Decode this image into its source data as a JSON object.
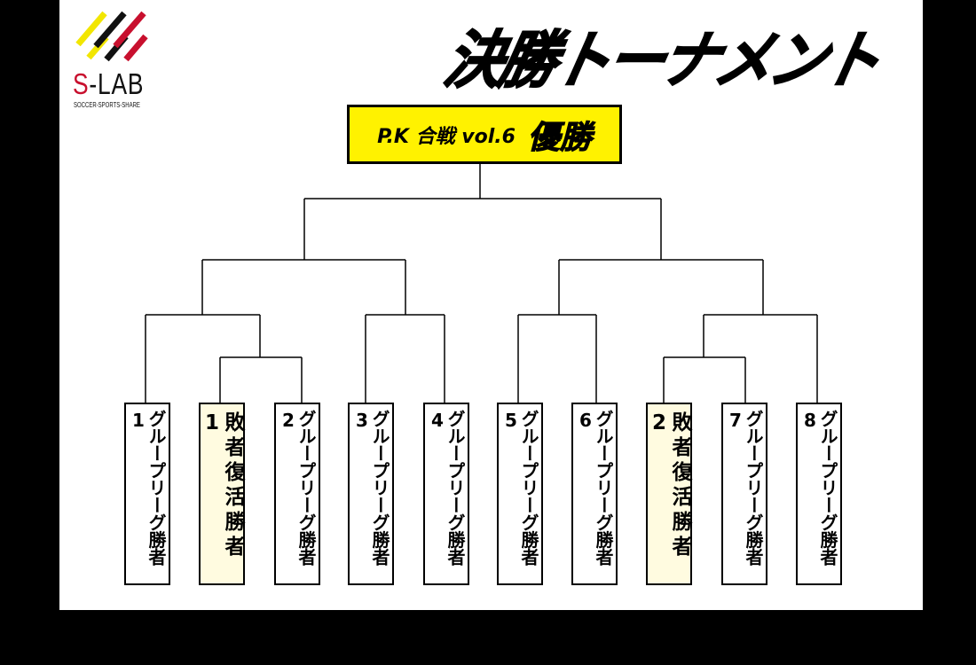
{
  "logo": {
    "name_prefix": "S",
    "name_rest": "-LAB",
    "tagline": "SOCCER-SPORTS-SHARE"
  },
  "title": "決勝トーナメント",
  "champion": {
    "event": "P.K 合戦 vol.6",
    "label": "優勝"
  },
  "entries": [
    {
      "label": "グループリーグ勝者1",
      "type": "group"
    },
    {
      "label": "敗者復活勝者1",
      "type": "loser"
    },
    {
      "label": "グループリーグ勝者2",
      "type": "group"
    },
    {
      "label": "グループリーグ勝者3",
      "type": "group"
    },
    {
      "label": "グループリーグ勝者4",
      "type": "group"
    },
    {
      "label": "グループリーグ勝者5",
      "type": "group"
    },
    {
      "label": "グループリーグ勝者6",
      "type": "group"
    },
    {
      "label": "敗者復活勝者2",
      "type": "loser"
    },
    {
      "label": "グループリーグ勝者7",
      "type": "group"
    },
    {
      "label": "グループリーグ勝者8",
      "type": "group"
    }
  ],
  "colors": {
    "champion_fill": "#fff200",
    "loser_fill": "#fffbe0",
    "logo_red": "#c8102e",
    "logo_yellow": "#f2e600"
  }
}
